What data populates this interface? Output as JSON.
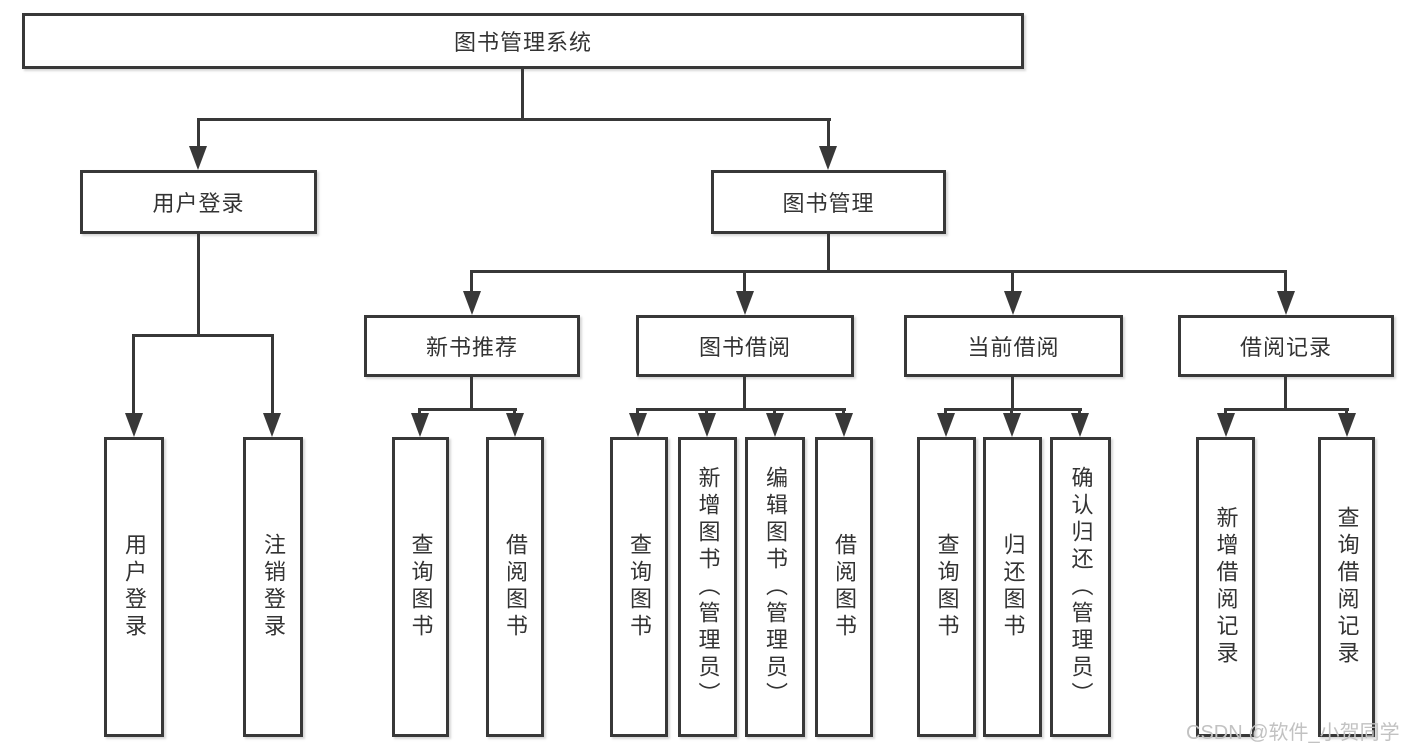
{
  "diagram": {
    "tree": {
      "label": "图书管理系统",
      "children": [
        {
          "label": "用户登录",
          "children": [
            {
              "label": "用户登录"
            },
            {
              "label": "注销登录"
            }
          ]
        },
        {
          "label": "图书管理",
          "children": [
            {
              "label": "新书推荐",
              "children": [
                {
                  "label": "查询图书"
                },
                {
                  "label": "借阅图书"
                }
              ]
            },
            {
              "label": "图书借阅",
              "children": [
                {
                  "label": "查询图书"
                },
                {
                  "label": "新增图书（管理员）"
                },
                {
                  "label": "编辑图书（管理员）"
                },
                {
                  "label": "借阅图书"
                }
              ]
            },
            {
              "label": "当前借阅",
              "children": [
                {
                  "label": "查询图书"
                },
                {
                  "label": "归还图书"
                },
                {
                  "label": "确认归还（管理员）"
                }
              ]
            },
            {
              "label": "借阅记录",
              "children": [
                {
                  "label": "新增借阅记录"
                },
                {
                  "label": "查询借阅记录"
                }
              ]
            }
          ]
        }
      ]
    },
    "colors": {
      "line": "#383838",
      "text": "#333333",
      "node_background": "#ffffff",
      "page_background": "#ffffff",
      "watermark": "#c2c2c2"
    }
  },
  "watermark": {
    "text": "CSDN @软件_小贺同学"
  }
}
